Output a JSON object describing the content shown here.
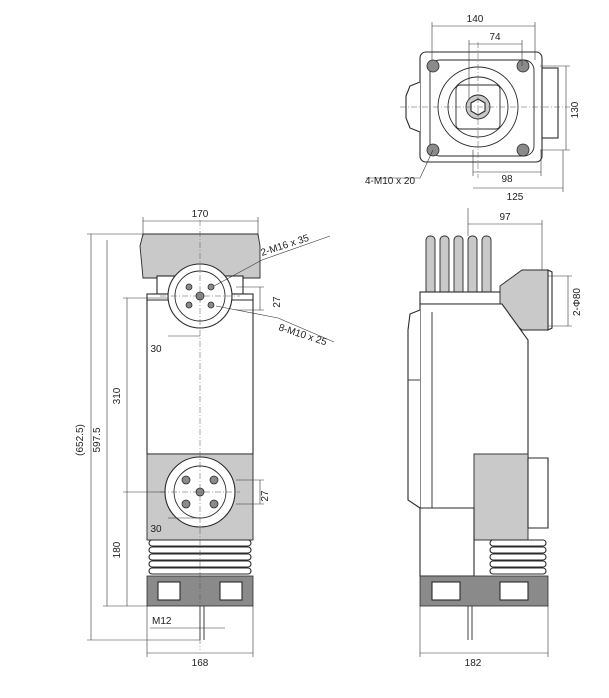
{
  "title": "",
  "colors": {
    "line": "#2a2a2a",
    "fill": "#ffffff",
    "shade": "#c9c9c9"
  },
  "top_view": {
    "dim_140": "140",
    "dim_74": "74",
    "dim_130": "130",
    "dim_98": "98",
    "dim_125": "125",
    "bolts": "4-M10 x 20"
  },
  "front_view": {
    "dim_170": "170",
    "dim_652_5": "(652.5)",
    "dim_597_5": "597.5",
    "dim_310": "310",
    "dim_180": "180",
    "dim_27_upper": "27",
    "dim_27_lower": "27",
    "dim_30_upper": "30",
    "dim_30_lower": "30",
    "thread_top": "2-M16 x 35",
    "thread_mid": "8-M10 x 25",
    "thread_bottom": "M12",
    "dim_168": "168"
  },
  "side_view": {
    "dim_97": "97",
    "dim_phi80": "2-Φ80",
    "dim_182": "182"
  }
}
